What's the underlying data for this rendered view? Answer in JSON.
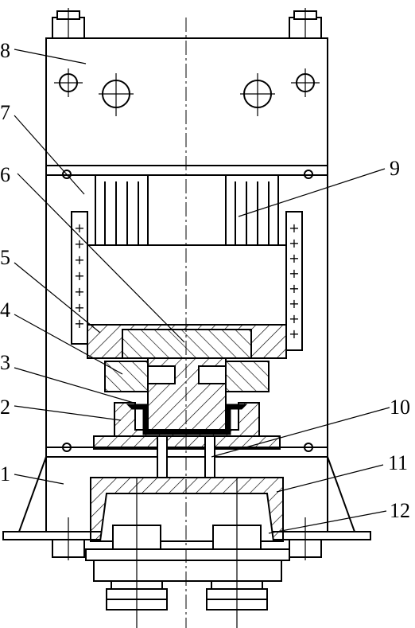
{
  "labels": [
    {
      "id": "1",
      "text": "1"
    },
    {
      "id": "2",
      "text": "2"
    },
    {
      "id": "3",
      "text": "3"
    },
    {
      "id": "4",
      "text": "4"
    },
    {
      "id": "5",
      "text": "5"
    },
    {
      "id": "6",
      "text": "6"
    },
    {
      "id": "7",
      "text": "7"
    },
    {
      "id": "8",
      "text": "8"
    },
    {
      "id": "9",
      "text": "9"
    },
    {
      "id": "10",
      "text": "10"
    },
    {
      "id": "11",
      "text": "11"
    },
    {
      "id": "12",
      "text": "12"
    }
  ],
  "heater_symbol": "+"
}
